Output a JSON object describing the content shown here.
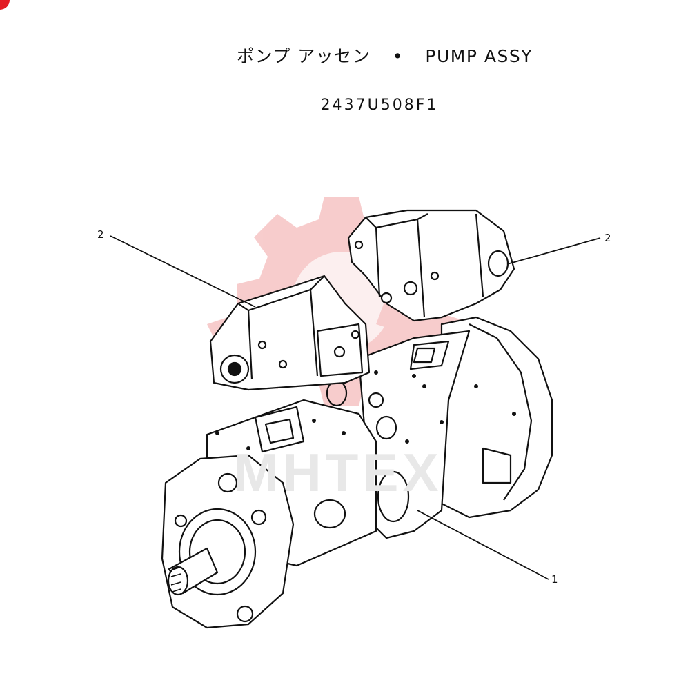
{
  "header": {
    "title_jp": "ポンプ アッセン",
    "separator": "•",
    "title_en": "PUMP ASSY",
    "part_number": "2437U508F1"
  },
  "callouts": [
    {
      "id": "left-regulator",
      "label": "2"
    },
    {
      "id": "right-regulator",
      "label": "2"
    },
    {
      "id": "pump-body",
      "label": "1"
    }
  ],
  "watermark": {
    "text": "MHTEX",
    "color": "#f4b8b8"
  },
  "colors": {
    "ink": "#111111",
    "brand_red": "#e31b23"
  }
}
